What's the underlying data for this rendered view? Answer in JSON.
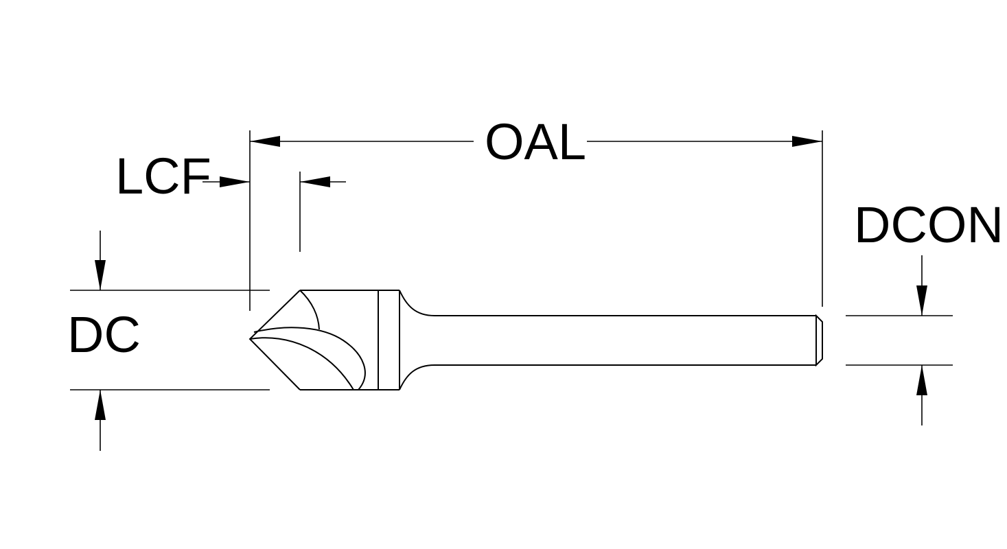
{
  "diagram": {
    "labels": {
      "oal": "OAL",
      "lcf": "LCF",
      "dc": "DC",
      "dcon": "DCON"
    },
    "colors": {
      "line": "#000000",
      "background": "#ffffff"
    }
  }
}
